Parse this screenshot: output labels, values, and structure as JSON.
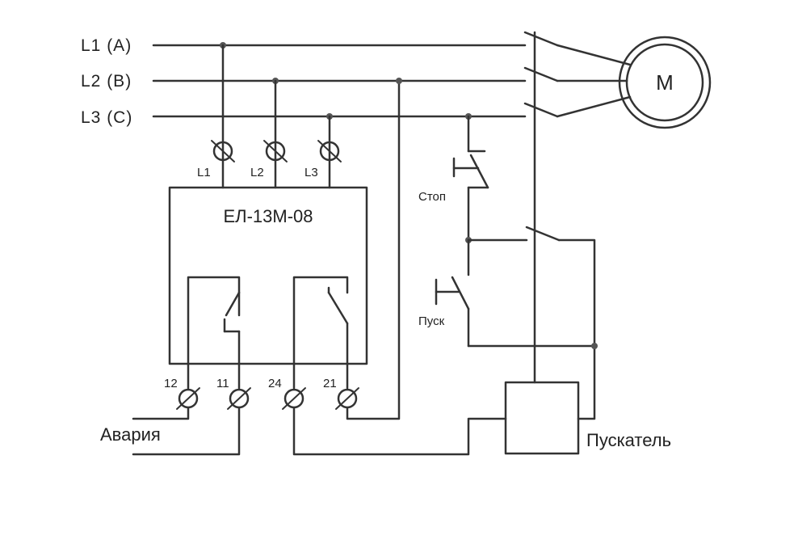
{
  "lines": [
    {
      "id": "l1",
      "label": "L1 (A)"
    },
    {
      "id": "l2",
      "label": "L2 (B)"
    },
    {
      "id": "l3",
      "label": "L3 (C)"
    }
  ],
  "motor": {
    "label": "M"
  },
  "relay": {
    "title": "ЕЛ-13М-08",
    "input_terminals": [
      "L1",
      "L2",
      "L3"
    ],
    "output_terminals": [
      "12",
      "11",
      "24",
      "21"
    ]
  },
  "buttons": {
    "stop": "Стоп",
    "start": "Пуск"
  },
  "labels": {
    "alarm": "Авария",
    "starter": "Пускатель"
  }
}
